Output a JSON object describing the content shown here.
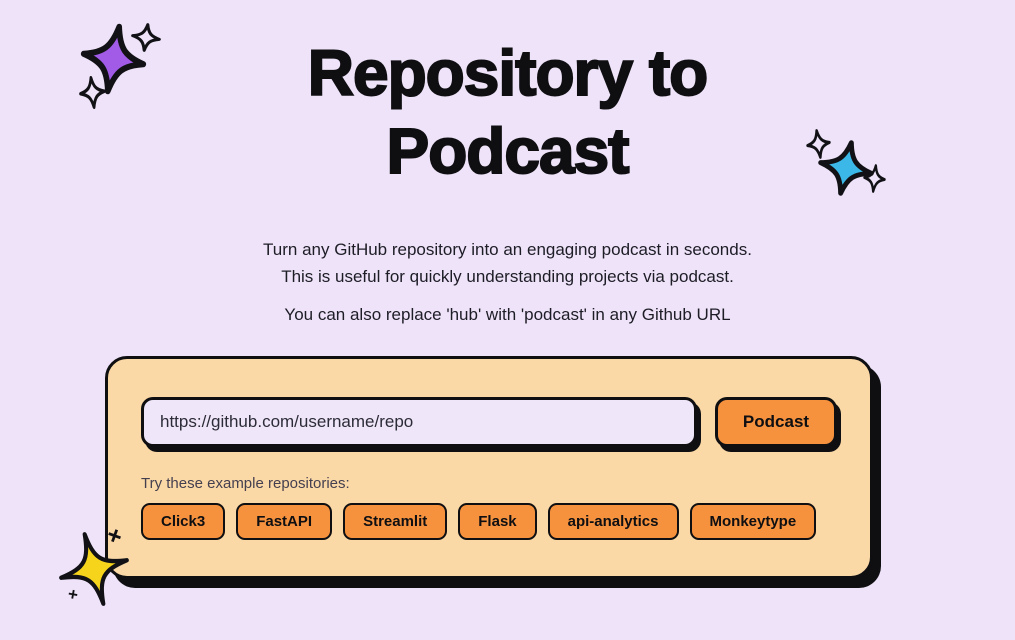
{
  "page": {
    "background": "#EFE3F9"
  },
  "title": {
    "line1": "Repository to",
    "line2": "Podcast"
  },
  "intro": {
    "line1": "Turn any GitHub repository into an engaging podcast in seconds.",
    "line2": "This is useful for quickly understanding projects via podcast.",
    "tip": "You can also replace 'hub' with 'podcast' in any Github URL"
  },
  "form": {
    "url_placeholder": "https://github.com/username/repo",
    "url_value": "",
    "submit_label": "Podcast"
  },
  "examples": {
    "label": "Try these example repositories:",
    "repos": [
      "Click3",
      "FastAPI",
      "Streamlit",
      "Flask",
      "api-analytics",
      "Monkeytype"
    ]
  },
  "decorations": {
    "card_background": "#FBD9A6",
    "accent_orange": "#F6923E",
    "purple_sparkle": "#A15BE6",
    "blue_sparkle": "#3CB8E8",
    "yellow_star": "#F6D41B",
    "outline_color": "#121216",
    "plus_glyph": "+"
  }
}
